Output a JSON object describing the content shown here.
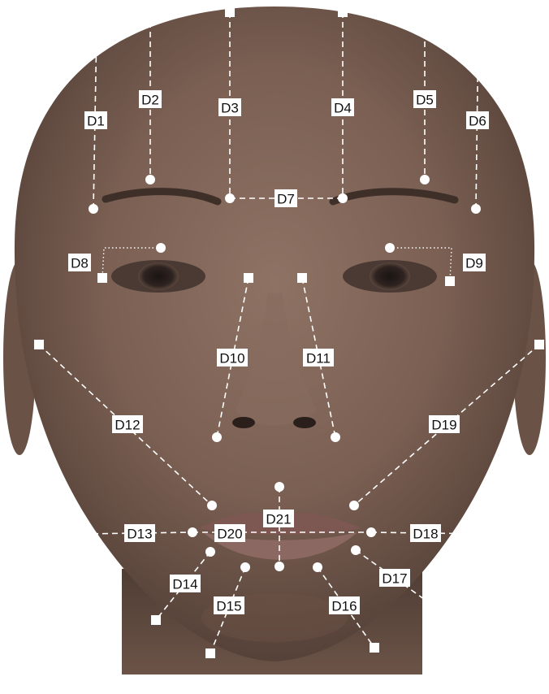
{
  "colors": {
    "background": "#ffffff",
    "skin": "#7a5f52",
    "skin_dark": "#4e3b33",
    "marker": "#ffffff",
    "label_text": "#111111"
  },
  "measurements": [
    {
      "label": "D1"
    },
    {
      "label": "D2"
    },
    {
      "label": "D3"
    },
    {
      "label": "D4"
    },
    {
      "label": "D5"
    },
    {
      "label": "D6"
    },
    {
      "label": "D7"
    },
    {
      "label": "D8"
    },
    {
      "label": "D9"
    },
    {
      "label": "D10"
    },
    {
      "label": "D11"
    },
    {
      "label": "D12"
    },
    {
      "label": "D13"
    },
    {
      "label": "D14"
    },
    {
      "label": "D15"
    },
    {
      "label": "D16"
    },
    {
      "label": "D17"
    },
    {
      "label": "D18"
    },
    {
      "label": "D19"
    },
    {
      "label": "D20"
    },
    {
      "label": "D21"
    }
  ]
}
